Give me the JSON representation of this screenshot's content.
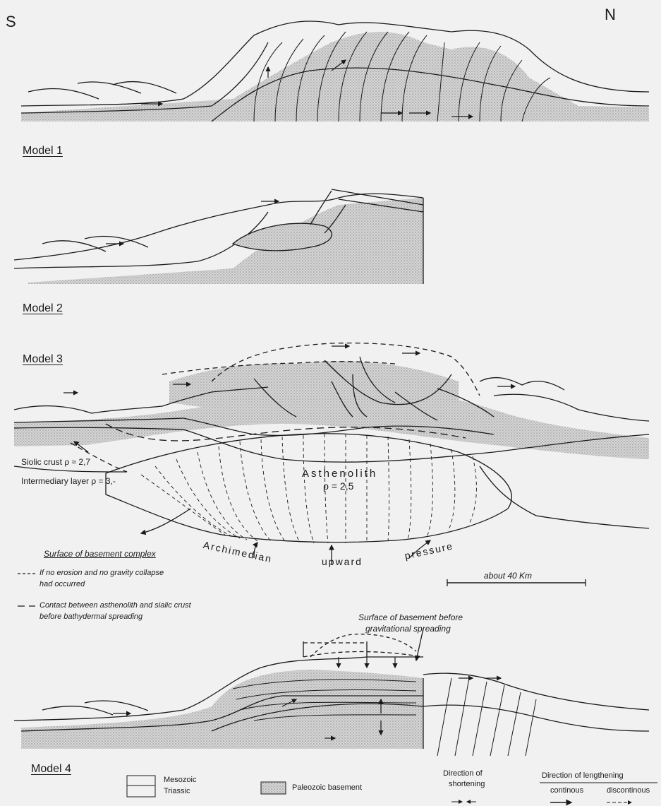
{
  "compass": {
    "south": "S",
    "north": "N"
  },
  "models": {
    "m1": "Model 1",
    "m2": "Model 2",
    "m3": "Model 3",
    "m4": "Model 4"
  },
  "model3": {
    "sialic_crust": "Siolic crust ρ ≈ 2,7",
    "intermediary": "Intermediary layer ρ = 3,-",
    "asthenolith": "Asthenolith",
    "asthenolith_rho": "ρ = 2,5",
    "archimedian": "Archimedian",
    "upward": "upward",
    "pressure": "pressure",
    "surface_basement_complex": "Surface of basement complex",
    "no_erosion_1": "If no erosion and no gravity collapse",
    "no_erosion_2": "had occurred",
    "contact_1": "Contact between asthenolith and sialic crust",
    "contact_2": "before bathydermal spreading",
    "scale": "about 40 Km"
  },
  "model4": {
    "surface_before_1": "Surface of basement before",
    "surface_before_2": "gravitational spreading"
  },
  "legend": {
    "mesozoic": "Mesozoic",
    "triassic": "Triassic",
    "paleozoic": "Paleozoic basement",
    "shortening_1": "Direction of",
    "shortening_2": "shortening",
    "lengthening": "Direction of lengthening",
    "continous": "continous",
    "discontinous": "discontinous"
  },
  "colors": {
    "paper": "#f1f1f1",
    "ink": "#1a1a1a",
    "stipple": "#b8b8b8"
  }
}
